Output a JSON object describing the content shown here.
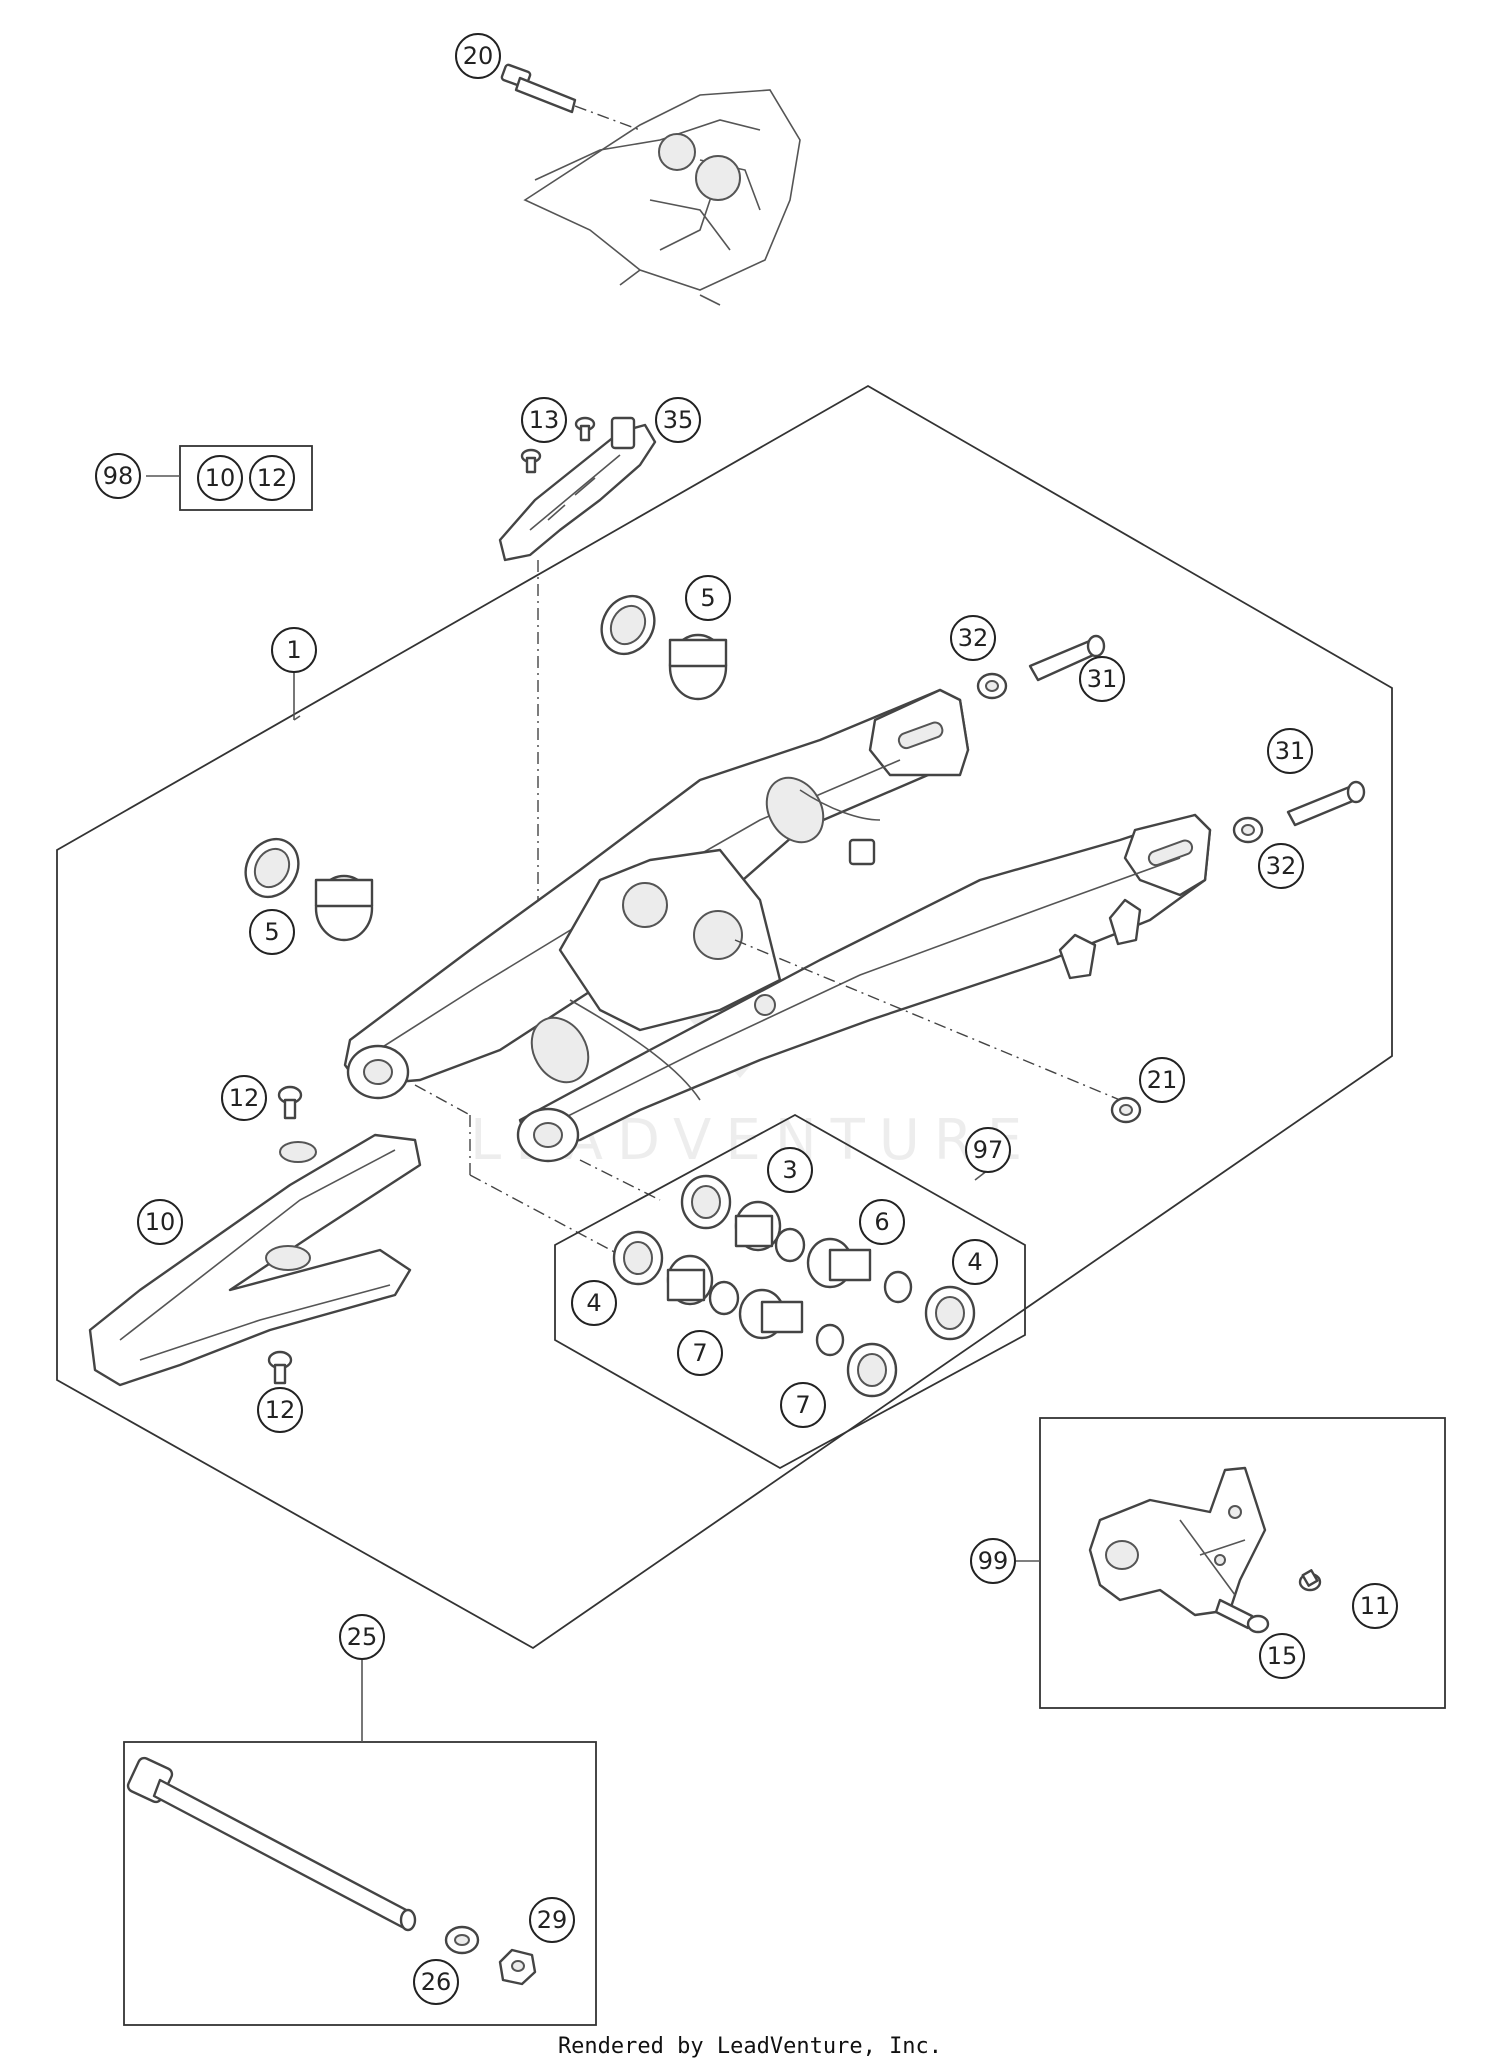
{
  "callouts": {
    "c1": "1",
    "c3": "3",
    "c4a": "4",
    "c4b": "4",
    "c5a": "5",
    "c5b": "5",
    "c6": "6",
    "c7a": "7",
    "c7b": "7",
    "c10a": "10",
    "c10b": "10",
    "c11": "11",
    "c12a": "12",
    "c12b": "12",
    "c12c": "12",
    "c13": "13",
    "c15": "15",
    "c20": "20",
    "c21": "21",
    "c25": "25",
    "c26": "26",
    "c29": "29",
    "c31a": "31",
    "c31b": "31",
    "c32a": "32",
    "c32b": "32",
    "c35": "35",
    "c97": "97",
    "c98": "98",
    "c99": "99"
  },
  "watermark": "LEADVENTURE",
  "footer": "Rendered by LeadVenture, Inc."
}
